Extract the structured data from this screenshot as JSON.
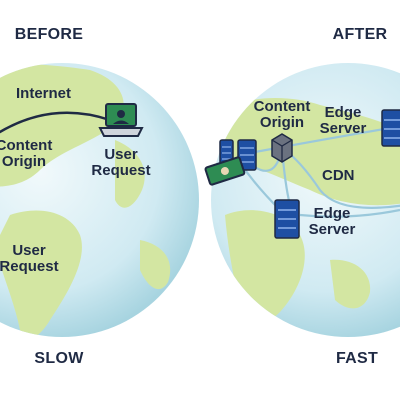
{
  "before": {
    "heading": "BEFORE",
    "footer": "SLOW",
    "internet_label": "Internet",
    "content_origin": [
      "Content",
      "Origin"
    ],
    "user_request_top": [
      "User",
      "Request"
    ],
    "user_request_bottom": [
      "User",
      "Request"
    ]
  },
  "after": {
    "heading": "AFTER",
    "footer": "FAST",
    "content_origin": [
      "Content",
      "Origin"
    ],
    "edge_server_top": [
      "Edge",
      "Server"
    ],
    "edge_server_bottom": [
      "Edge",
      "Server"
    ],
    "cdn_label": "CDN"
  },
  "colors": {
    "ocean_light": "#e2f2f7",
    "ocean_dark": "#a7d4e0",
    "land": "#d3e6a2",
    "text": "#1f2a44",
    "server": "#1e4fa3",
    "link": "#9ac8db",
    "laptop": "#2e8c53"
  }
}
